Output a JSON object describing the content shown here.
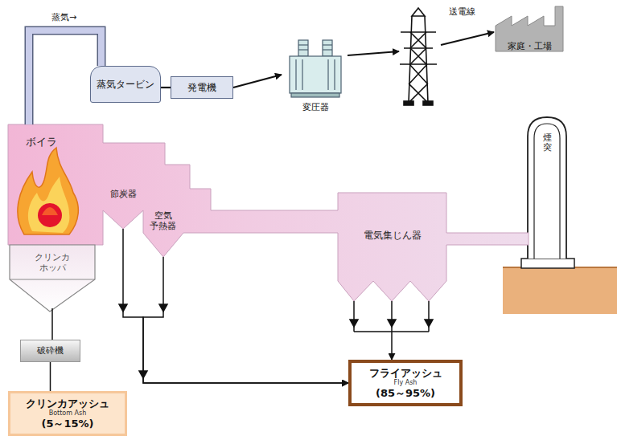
{
  "diagram": {
    "nodes": [
      {
        "text": [
          "蒸気タービン"
        ]
      },
      {
        "text": [
          "発電機"
        ]
      },
      {
        "text": [
          "変圧器"
        ]
      },
      {
        "text": [
          "送電線"
        ]
      },
      {
        "text": [
          "家庭・工場"
        ]
      },
      {
        "text": [
          "ボイラ"
        ]
      },
      {
        "text": [
          "節炭器"
        ]
      },
      {
        "text": [
          "空気 予熱器"
        ]
      },
      {
        "text": [
          "電気集じん器"
        ]
      },
      {
        "text": [
          "煙突"
        ]
      },
      {
        "text": [
          "クリンカ ホッパ"
        ]
      },
      {
        "text": [
          "破砕機"
        ]
      },
      {
        "text": [
          "クリンカアッシュ",
          "Bottom Ash",
          "(5～15%)"
        ]
      },
      {
        "text": [
          "フライアッシュ",
          "Fly Ash",
          "(85～95%)"
        ]
      }
    ],
    "edges": [
      {
        "from": 0,
        "to": 1,
        "arrow": "none"
      },
      {
        "from": 1,
        "to": 2,
        "arrow": "to"
      },
      {
        "from": 2,
        "to": 3,
        "arrow": "to"
      },
      {
        "from": 3,
        "to": 4,
        "arrow": "to"
      },
      {
        "from": 5,
        "to": 0,
        "label": "蒸気→",
        "arrow": "none"
      },
      {
        "from": 6,
        "to": 13,
        "arrow": "to"
      },
      {
        "from": 7,
        "to": 13,
        "arrow": "to"
      },
      {
        "from": 8,
        "to": 13,
        "arrow": "to"
      },
      {
        "from": 10,
        "to": 11,
        "arrow": "none"
      },
      {
        "from": 11,
        "to": 12,
        "arrow": "none"
      }
    ]
  }
}
